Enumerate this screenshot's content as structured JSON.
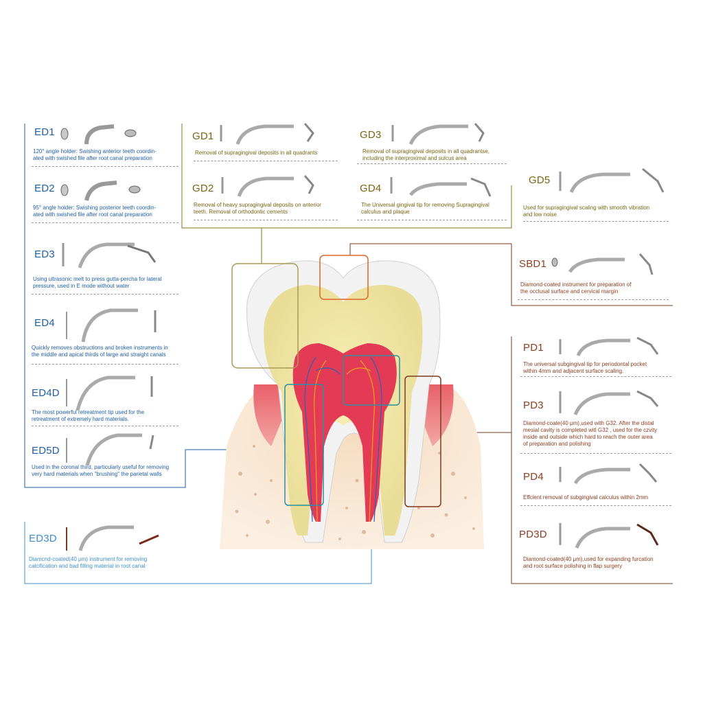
{
  "colors": {
    "endo_blue": "#1f5ea8",
    "gingival_gold": "#8a7116",
    "perio_brown": "#7a3a1e",
    "ed3d_light_blue": "#3f8fd0",
    "accent_orange": "#e0642a",
    "accent_teal": "#2d8fa0"
  },
  "left_column": [
    {
      "code": "ED1",
      "desc": "120° angle holder: Swishing anterior teeth coordin-\nated with swished file after root canal preparation"
    },
    {
      "code": "ED2",
      "desc": "95° angle holder: Swishing posterior teeth coordin-\nated with swished file after root canal preparation"
    },
    {
      "code": "ED3",
      "desc": "Using ultrasonic melt to press gutta-percha for lateral\npressure, used in E mode without water"
    },
    {
      "code": "ED4",
      "desc": "Quickly removes obstructions and broken instruments in\nthe middle and apical thirds of large and straight canals"
    },
    {
      "code": "ED4D",
      "desc": "The most powerful retreatment tip used for the\nretreatment of extremely hard materials."
    },
    {
      "code": "ED5D",
      "desc": "Used in the coronal third, particularly useful for removing\nvery hard materials when \"brushing\" the parietal walls"
    }
  ],
  "ed3d": {
    "code": "ED3D",
    "desc": "Diamcnd-coated(40 μm) instrument for removing\ncalcification and bad filling material in root canal"
  },
  "top_group": [
    {
      "code": "GD1",
      "desc": "Removal of supragingival deposits in all quadrants"
    },
    {
      "code": "GD3",
      "desc": "Removal of supragingival deposits in all quadrantse,\nincluding the interproximal and sulcus area"
    },
    {
      "code": "GD2",
      "desc": "Removal of heavy supragingival deposits on anterior\nteeth. Removal of orthodontic cements"
    },
    {
      "code": "GD4",
      "desc": "The Universal gingival tip for removing Supragingival\ncalculus and plaque"
    },
    {
      "code": "GD5",
      "desc": "Used for supragingival scaling with smooth vibration\nand low noise"
    }
  ],
  "sbd1": {
    "code": "SBD1",
    "desc": "Diamond-coated instrument for preparation of\nthe occlusal surface and cervical margin"
  },
  "right_column": [
    {
      "code": "PD1",
      "desc": "The universal subgingival tip for periodontal pocket\nwithin 4mm and adjacent surface scaling."
    },
    {
      "code": "PD3",
      "desc": "Diamond-coate(40 μm),used with G32. After the distal\nmesial cavity is completed witl G32 , used for the czvity\ninside and outside which hard to reach the outer area\nof preparation and polishing"
    },
    {
      "code": "PD4",
      "desc": "Effcient removal of subgingival calculus within 2mm"
    },
    {
      "code": "PD3D",
      "desc": "Diamond-coated(40 μm),used for expanding furcation\nand root surface polishing in flap surgery"
    }
  ],
  "icons": [
    "scaler-tip-icon",
    "handpiece-tip-icon",
    "angle-holder-icon",
    "tooth-cross-section"
  ]
}
